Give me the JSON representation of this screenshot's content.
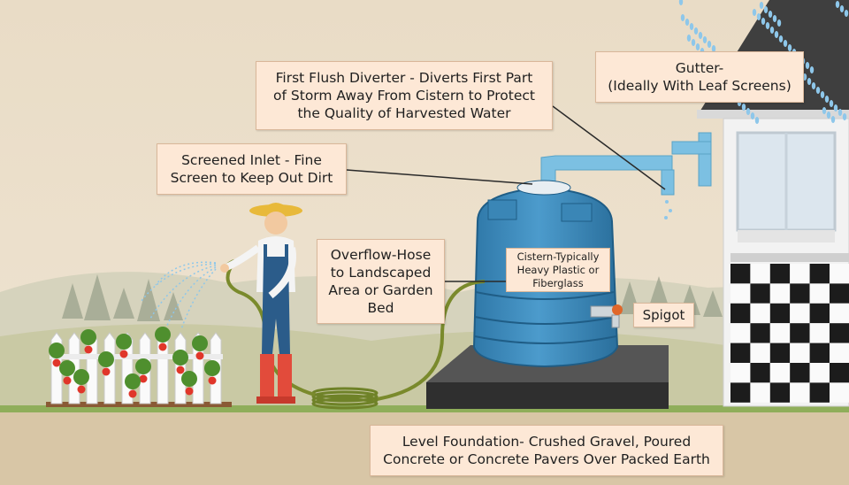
{
  "callouts": {
    "first_flush": "First Flush Diverter - Diverts First Part\nof Storm Away From Cistern to Protect\nthe Quality of Harvested Water",
    "gutter": "Gutter-\n(Ideally With Leaf Screens)",
    "screened_inlet": "Screened Inlet - Fine\nScreen to Keep Out Dirt",
    "overflow_hose": "Overflow-Hose\nto Landscaped\nArea or Garden\nBed",
    "cistern": "Cistern-Typically\nHeavy Plastic or\nFiberglass",
    "spigot": "Spigot",
    "foundation": "Level Foundation- Crushed Gravel, Poured\nConcrete or Concrete Pavers Over Packed Earth"
  },
  "colors": {
    "sky": "#efe3cf",
    "ground": "#d9c8aa",
    "cistern": "#3a86b6",
    "callout_bg": "#fde8d6"
  }
}
